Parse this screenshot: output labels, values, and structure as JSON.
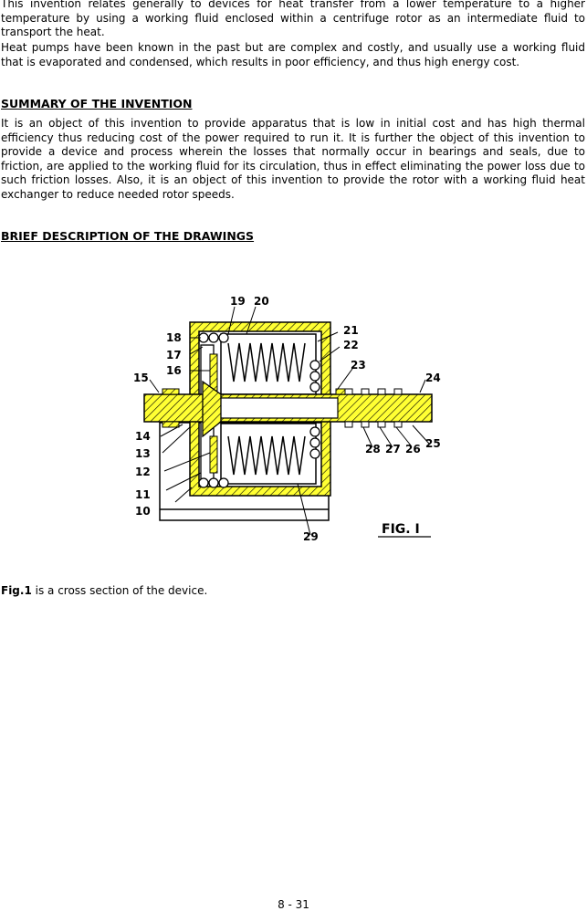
{
  "paragraphs": {
    "intro": "This invention relates generally to devices for heat transfer from a lower temperature to a higher temperature by using a working fluid enclosed within a centrifuge rotor as an intermediate fluid to transport the heat.",
    "background": "Heat pumps have been known in the past but are complex and costly, and usually use a working fluid that is evaporated and condensed, which results in poor efficiency, and thus high energy cost.",
    "summary": "It is an object of this invention to provide apparatus that is low in initial cost and has high thermal efficiency thus reducing cost of the power required to run it.  It is further the object of this invention to provide a device and process wherein the losses that normally occur in bearings and seals, due to friction, are applied to the working fluid for its circulation, thus in effect eliminating the power loss due to such friction losses.  Also, it is an object of this invention to provide the rotor with a working fluid heat exchanger to reduce needed rotor speeds."
  },
  "headings": {
    "summary": "SUMMARY OF THE INVENTION",
    "drawings": "BRIEF DESCRIPTION OF THE DRAWINGS"
  },
  "figure": {
    "title": "FIG. I",
    "labels": [
      "10",
      "11",
      "12",
      "13",
      "14",
      "15",
      "16",
      "17",
      "18",
      "19",
      "20",
      "21",
      "22",
      "23",
      "24",
      "25",
      "26",
      "27",
      "28",
      "29"
    ],
    "colors": {
      "housing_fill": "#ffff33",
      "line": "#000000"
    }
  },
  "caption": {
    "bold": "Fig.1",
    "text": " is a cross section of the device."
  },
  "footer": {
    "page_number": "8 - 31"
  }
}
